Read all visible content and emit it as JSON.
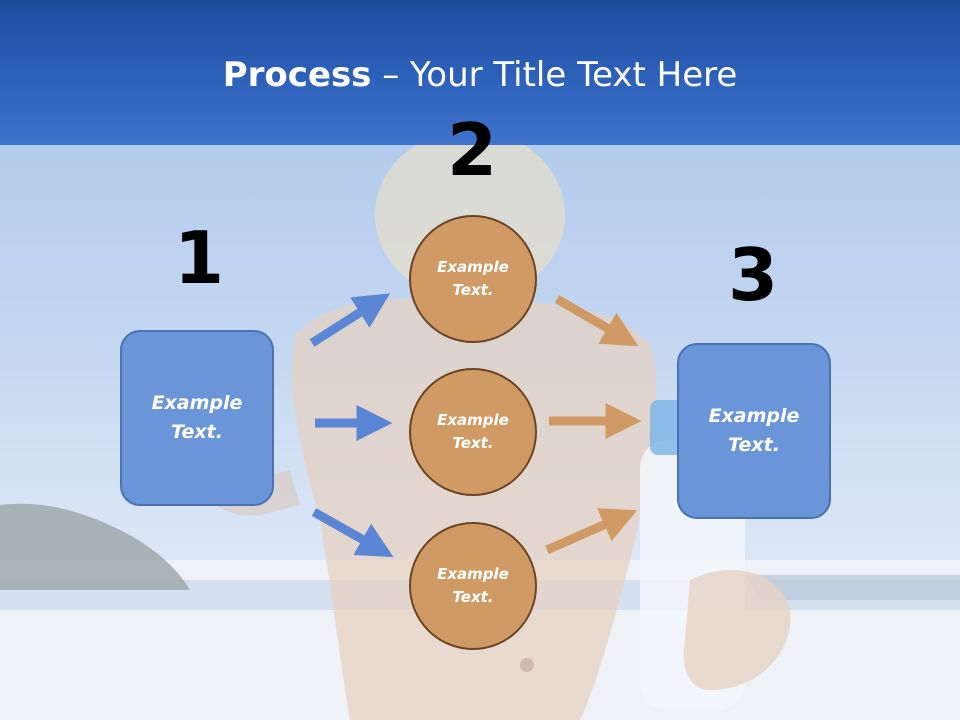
{
  "slide": {
    "title_strong": "Process",
    "title_rest": " – Your Title Text Here"
  },
  "diagram": {
    "steps": [
      {
        "number": "1",
        "label": "Example Text."
      },
      {
        "number": "2",
        "items": [
          "Example Text.",
          "Example Text.",
          "Example Text."
        ]
      },
      {
        "number": "3",
        "label": "Example Text."
      }
    ]
  },
  "colors": {
    "header": "#2c5fb8",
    "box_fill": "#6a95d8",
    "box_border": "#4a71b0",
    "circle_fill": "#d09a64",
    "circle_border": "#6b4424",
    "arrow_blue": "#5b86d6",
    "arrow_orange": "#d09a64"
  }
}
